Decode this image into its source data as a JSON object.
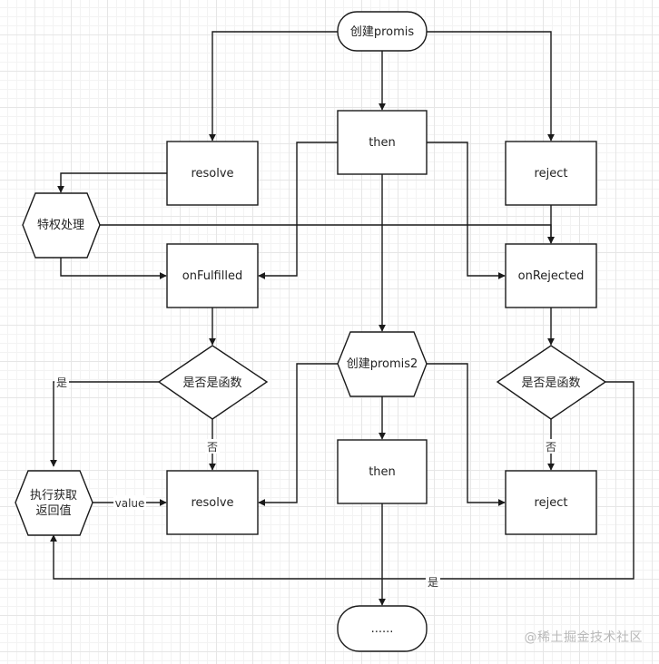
{
  "nodes": {
    "create_promise": "创建promis",
    "then_top": "then",
    "resolve_top": "resolve",
    "reject_top": "reject",
    "special_handling": "特权处理",
    "on_fulfilled": "onFulfilled",
    "on_rejected": "onRejected",
    "decision_left": "是否是函数",
    "decision_right": "是否是函数",
    "create_promise2": "创建promis2",
    "exec_get_line1": "执行获取",
    "exec_get_line2": "返回值",
    "resolve_bottom": "resolve",
    "then_bottom": "then",
    "reject_bottom": "reject",
    "ellipsis": "......"
  },
  "edge_labels": {
    "left_yes": "是",
    "left_no": "否",
    "value": "value",
    "right_no": "否",
    "right_yes": "是"
  },
  "watermark": "@稀土掘金技术社区"
}
